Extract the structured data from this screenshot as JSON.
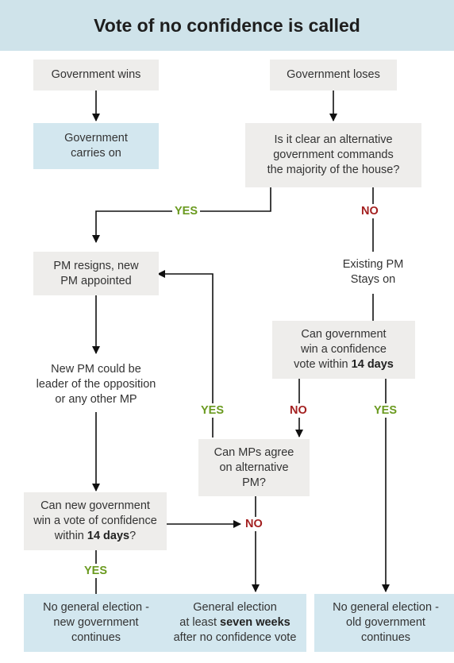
{
  "title": "Vote of no confidence is called",
  "nodes": {
    "gov_wins": "Government wins",
    "gov_loses": "Government loses",
    "gov_carries_on": "Government\ncarries on",
    "alt_gov_question": "Is it clear an alternative\ngovernment commands\nthe majority of the house?",
    "pm_resigns": "PM resigns, new\nPM appointed",
    "existing_pm": "Existing PM\nStays on",
    "new_pm_could_be": "New PM could be\nleader of the opposition\nor any other MP",
    "can_gov_win_pre": "Can government\nwin a confidence\nvote within ",
    "can_gov_win_bold": "14 days",
    "can_mps_agree": "Can MPs agree\non alternative\nPM?",
    "can_new_gov_pre": "Can new government\nwin a vote of confidence\nwithin ",
    "can_new_gov_bold": "14 days",
    "can_new_gov_post": "?",
    "no_election_new": "No general election -\nnew government\ncontinues",
    "general_election_pre": "General election\nat least ",
    "general_election_bold": "seven weeks",
    "general_election_post": "\nafter no confidence vote",
    "no_election_old": "No general election -\nold government\ncontinues"
  },
  "labels": {
    "yes": "YES",
    "no": "NO"
  },
  "colors": {
    "title_bg": "#cfe3ea",
    "grey_box": "#eeedeb",
    "blue_box": "#d3e7ef",
    "yes": "#6a9a1f",
    "no": "#a31f1f",
    "line": "#111111"
  }
}
